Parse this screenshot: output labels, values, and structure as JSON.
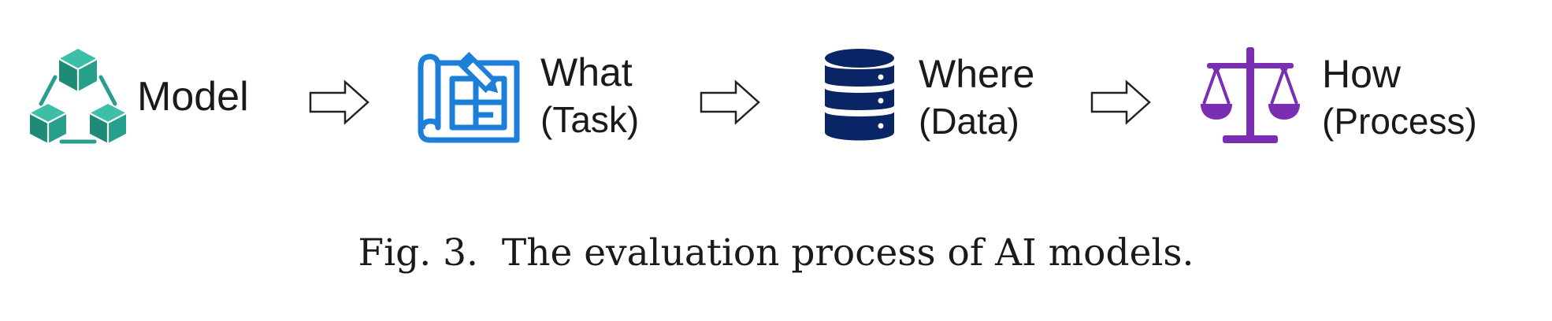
{
  "steps": [
    {
      "id": "model",
      "label": "Model",
      "icon": "connected-cubes-icon",
      "color": "#2a9d8f"
    },
    {
      "id": "what",
      "label": "What",
      "sublabel": "(Task)",
      "icon": "blueprint-icon",
      "color": "#1d7fd8"
    },
    {
      "id": "where",
      "label": "Where",
      "sublabel": "(Data)",
      "icon": "database-icon",
      "color": "#0a2566"
    },
    {
      "id": "how",
      "label": "How",
      "sublabel": "(Process)",
      "icon": "balance-scale-icon",
      "color": "#7a2fb3"
    }
  ],
  "arrow_icon": "hollow-right-arrow-icon",
  "caption": {
    "number": "Fig. 3.",
    "text": "The evaluation process of AI models."
  }
}
